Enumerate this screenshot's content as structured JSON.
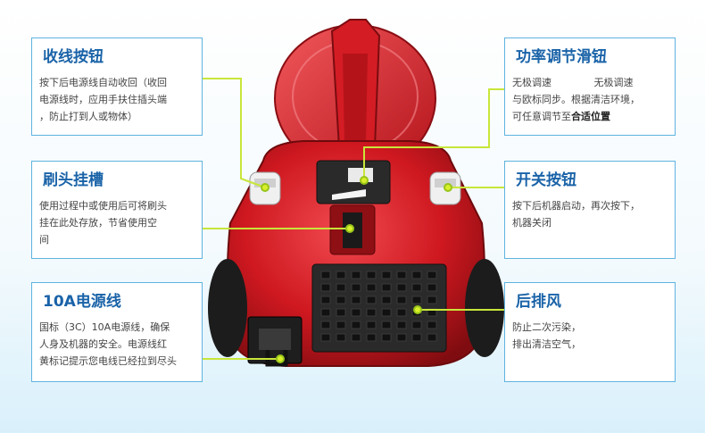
{
  "colors": {
    "accent_blue": "#1a63a8",
    "card_border": "#5fb3e0",
    "leader_line": "#c8e63a",
    "body_red": "#d51a22",
    "grille_dark": "#222222"
  },
  "callouts": {
    "cord_rewind": {
      "title": "收线按钮",
      "lines": [
        "按下后电源线自动收回（收回",
        "电源线时，应用手扶住插头端",
        "，防止打到人或物体）"
      ]
    },
    "brush_slot": {
      "title": "刷头挂槽",
      "lines": [
        "使用过程中或使用后可将刷头",
        "挂在此处存放，节省使用空",
        "间"
      ]
    },
    "power_cord": {
      "title": "10A电源线",
      "lines": [
        "国标（3C）10A电源线，确保",
        "人身及机器的安全。电源线红",
        "黄标记提示您电线已经拉到尽头"
      ]
    },
    "power_slider": {
      "title": "功率调节滑钮",
      "line1_a": "无极调速",
      "line1_b": "无极调速",
      "line2": "与欧标同步。根据清洁环境，",
      "line3_prefix": "可任意调节至",
      "line3_bold": "合适位置"
    },
    "power_switch": {
      "title": "开关按钮",
      "lines": [
        "按下后机器启动，再次按下，",
        "机器关闭"
      ]
    },
    "rear_exhaust": {
      "title": "后排风",
      "lines": [
        "防止二次污染，",
        "排出清洁空气，"
      ]
    }
  }
}
